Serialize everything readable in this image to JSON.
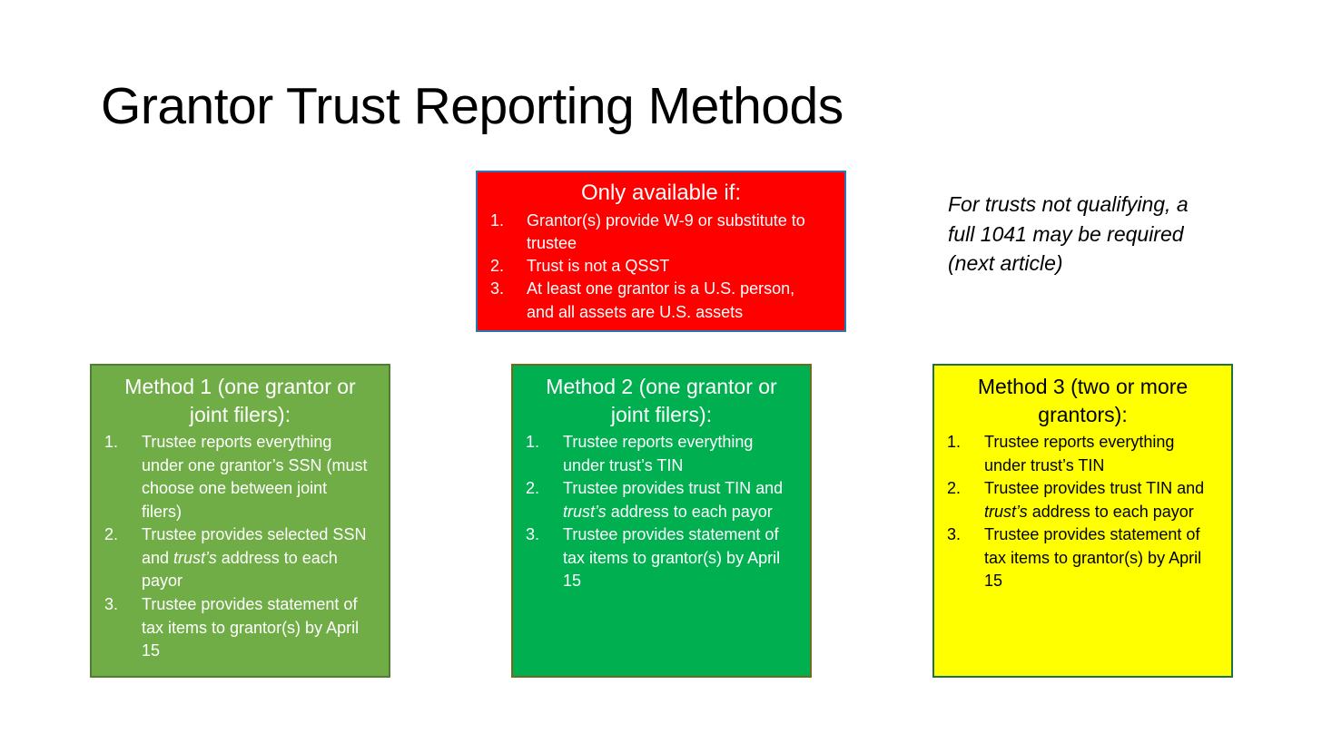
{
  "slide": {
    "title": "Grantor Trust Reporting Methods",
    "note": "For trusts not qualifying, a full 1041 may be required (next article)"
  },
  "top_box": {
    "heading": "Only available if:",
    "fill": "#FF0000",
    "border": "#2E75B6",
    "text_color": "#FFFFFF",
    "items": [
      [
        {
          "t": "Grantor(s) provide W-9 or substitute to trustee"
        }
      ],
      [
        {
          "t": "Trust is not a QSST"
        }
      ],
      [
        {
          "t": "At least one grantor is a U.S. person, and all assets are U.S. assets"
        }
      ]
    ]
  },
  "method_boxes": [
    {
      "heading": "Method 1 (one grantor or joint filers):",
      "fill": "#70AD47",
      "border": "#507E32",
      "text_color": "#FFFFFF",
      "items": [
        [
          {
            "t": "Trustee reports everything under one grantor’s SSN (must choose one between joint filers)"
          }
        ],
        [
          {
            "t": "Trustee provides selected SSN and "
          },
          {
            "t": "trust’s",
            "i": true
          },
          {
            "t": " address to each payor"
          }
        ],
        [
          {
            "t": "Trustee provides statement of tax items to grantor(s) by April 15"
          }
        ]
      ]
    },
    {
      "heading": "Method 2 (one grantor or joint filers):",
      "fill": "#00B050",
      "border": "#6F6C1E",
      "text_color": "#FFFFFF",
      "items": [
        [
          {
            "t": "Trustee reports everything under trust’s TIN"
          }
        ],
        [
          {
            "t": "Trustee provides trust TIN and "
          },
          {
            "t": "trust’s",
            "i": true
          },
          {
            "t": " address to each payor"
          }
        ],
        [
          {
            "t": "Trustee provides statement of tax items to grantor(s) by April 15"
          }
        ]
      ]
    },
    {
      "heading": "Method 3 (two or more grantors):",
      "fill": "#FFFF00",
      "border": "#1F7145",
      "text_color": "#000000",
      "items": [
        [
          {
            "t": "Trustee reports everything under trust’s TIN"
          }
        ],
        [
          {
            "t": "Trustee provides trust TIN and "
          },
          {
            "t": "trust’s",
            "i": true
          },
          {
            "t": " address to each payor"
          }
        ],
        [
          {
            "t": "Trustee provides statement of tax items to grantor(s) by April 15"
          }
        ]
      ]
    }
  ]
}
